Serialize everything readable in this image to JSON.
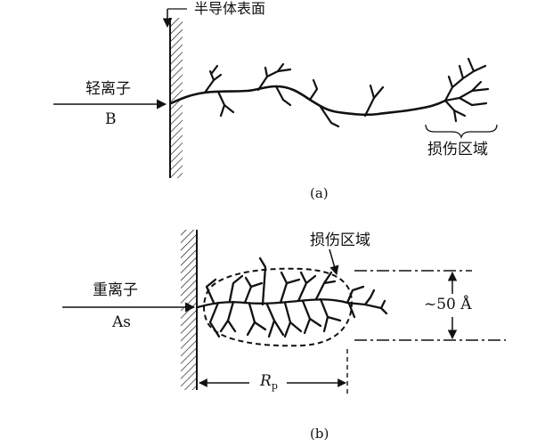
{
  "panel_a": {
    "surface_label": "半导体表面",
    "ion_name": "轻离子",
    "ion_symbol": "B",
    "damage_label": "损伤区域",
    "caption": "(a)"
  },
  "panel_b": {
    "ion_name": "重离子",
    "ion_symbol": "As",
    "damage_label": "损伤区域",
    "width_label": "~50 Å",
    "range_symbol": "R",
    "range_subscript": "p",
    "caption": "(b)"
  }
}
